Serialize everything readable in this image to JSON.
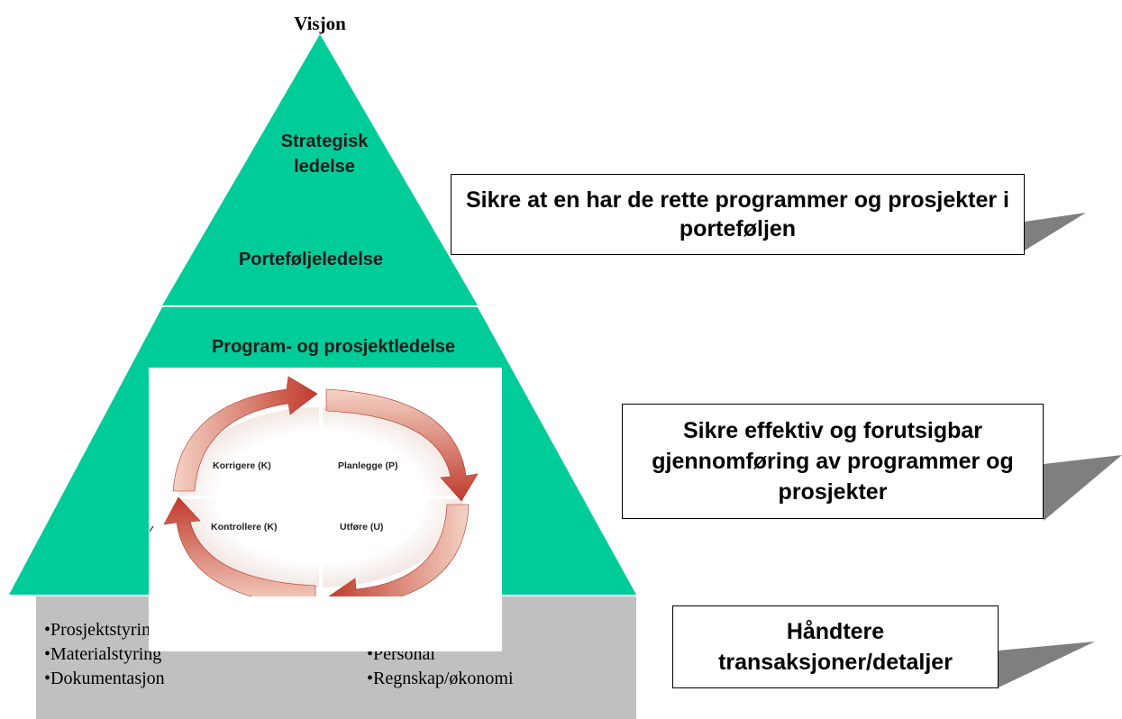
{
  "pyramid": {
    "apex_label": "Visjon",
    "top_label_line1": "Strategisk",
    "top_label_line2": "ledelse",
    "portfolio_label": "Porteføljeledelse",
    "middle_label": "Program- og prosjektledelse",
    "base_left_items": [
      "•Prosjektstyring",
      "•Materialstyring",
      "•Dokumentasjon"
    ],
    "base_right_items": [
      "•Personal",
      "•Regnskap/økonomi"
    ]
  },
  "cycle": {
    "quadrants": [
      "Korrigere (K)",
      "Planlegge (P)",
      "Kontrollere (K)",
      "Utføre (U)"
    ]
  },
  "callouts": [
    {
      "text": "Sikre at en har de rette programmer og prosjekter i porteføljen"
    },
    {
      "text": "Sikre effektiv og forutsigbar gjennomføring av programmer og prosjekter"
    },
    {
      "text": "Håndtere transaksjoner/detaljer"
    }
  ],
  "colors": {
    "pyramid_green": "#00cc99",
    "base_gray": "#c0c0c0",
    "shadow_gray": "#7f7f7f",
    "arrow_red": "#c0392b",
    "arrow_light": "#f2c6b4"
  }
}
